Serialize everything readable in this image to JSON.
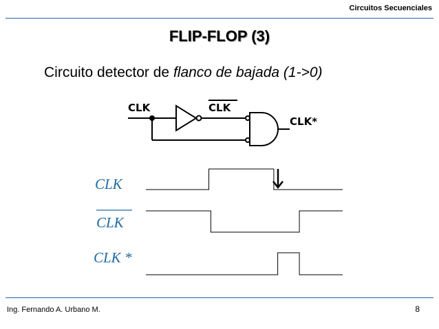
{
  "header": {
    "title": "Circuitos Secuenciales"
  },
  "slide": {
    "title": "FLIP-FLOP (3)",
    "subtitle_prefix": "Circuito detector de ",
    "subtitle_italic": "flanco de bajada (1->0)"
  },
  "circuit": {
    "input_label": "CLK",
    "inverter_out_label": "CLK",
    "output_label": "CLK*"
  },
  "waveforms": [
    {
      "label": "CLK",
      "overline": false,
      "levels": [
        0,
        1,
        0
      ],
      "edges": [
        0.32,
        0.65
      ]
    },
    {
      "label": "CLK",
      "overline": true,
      "levels": [
        1,
        0,
        1
      ],
      "edges": [
        0.33,
        0.78
      ]
    },
    {
      "label": "CLK *",
      "overline": false,
      "levels": [
        0,
        1,
        0
      ],
      "edges": [
        0.67,
        0.78
      ]
    }
  ],
  "footer": {
    "author": "Ing. Fernando A. Urbano M.",
    "page": "8"
  },
  "colors": {
    "rule": "#2a5fb0",
    "wave_label": "#1f6ba3",
    "title_shadow": "#9a9a9a"
  }
}
